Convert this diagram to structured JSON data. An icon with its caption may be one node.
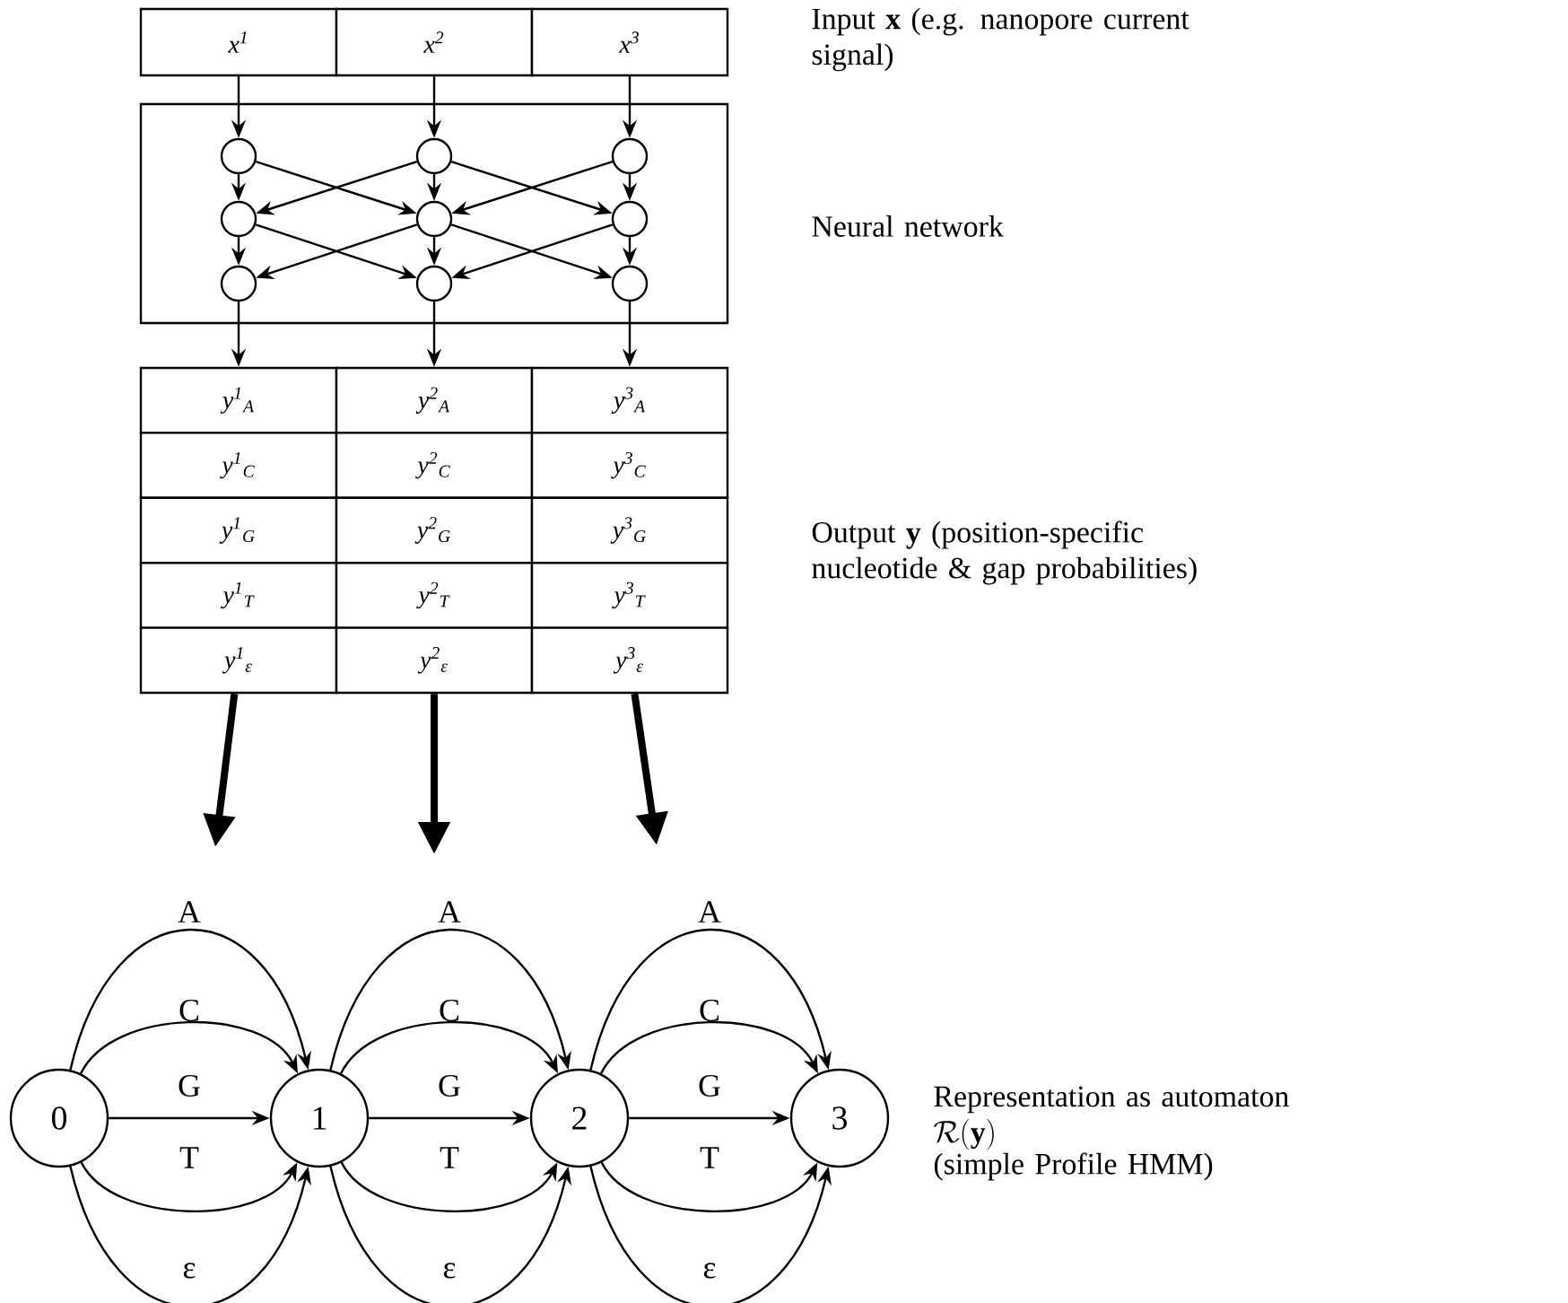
{
  "diagram": {
    "nodes": [
      {
        "text": [
          "x$^{1}$"
        ]
      },
      {
        "text": [
          "x$^{2}$"
        ]
      },
      {
        "text": [
          "x$^{3}$"
        ]
      },
      {
        "text": [],
        "shape": "box"
      },
      {
        "text": [],
        "shape": "circle",
        "in": 3
      },
      {
        "text": [],
        "shape": "circle",
        "in": 3
      },
      {
        "text": [],
        "shape": "circle",
        "in": 3
      },
      {
        "text": [],
        "shape": "circle",
        "in": 3
      },
      {
        "text": [],
        "shape": "circle",
        "in": 3
      },
      {
        "text": [],
        "shape": "circle",
        "in": 3
      },
      {
        "text": [],
        "shape": "circle",
        "in": 3
      },
      {
        "text": [],
        "shape": "circle",
        "in": 3
      },
      {
        "text": [],
        "shape": "circle",
        "in": 3
      },
      {
        "text": [
          "y$^{1}$$_{A}$"
        ]
      },
      {
        "text": [
          "y$^{2}$$_{A}$"
        ]
      },
      {
        "text": [
          "y$^{3}$$_{A}$"
        ]
      },
      {
        "text": [
          "y$^{1}$$_{C}$"
        ]
      },
      {
        "text": [
          "y$^{2}$$_{C}$"
        ]
      },
      {
        "text": [
          "y$^{3}$$_{C}$"
        ]
      },
      {
        "text": [
          "y$^{1}$$_{G}$"
        ]
      },
      {
        "text": [
          "y$^{2}$$_{G}$"
        ]
      },
      {
        "text": [
          "y$^{3}$$_{G}$"
        ]
      },
      {
        "text": [
          "y$^{1}$$_{T}$"
        ]
      },
      {
        "text": [
          "y$^{2}$$_{T}$"
        ]
      },
      {
        "text": [
          "y$^{3}$$_{T}$"
        ]
      },
      {
        "text": [
          "y$^{1}$$_{ε}$"
        ]
      },
      {
        "text": [
          "y$^{2}$$_{ε}$"
        ]
      },
      {
        "text": [
          "y$^{3}$$_{ε}$"
        ]
      },
      {
        "text": [
          "0"
        ]
      },
      {
        "text": [
          "1"
        ]
      },
      {
        "text": [
          "2"
        ]
      },
      {
        "text": [
          "3"
        ]
      }
    ],
    "edges": [
      {
        "from": 0,
        "to": 4,
        "arrow": "to"
      },
      {
        "from": 1,
        "to": 5,
        "arrow": "to"
      },
      {
        "from": 2,
        "to": 6,
        "arrow": "to"
      },
      {
        "from": 4,
        "to": 7,
        "arrow": "to"
      },
      {
        "from": 4,
        "to": 8,
        "arrow": "to"
      },
      {
        "from": 5,
        "to": 7,
        "arrow": "to"
      },
      {
        "from": 5,
        "to": 8,
        "arrow": "to"
      },
      {
        "from": 5,
        "to": 9,
        "arrow": "to"
      },
      {
        "from": 6,
        "to": 8,
        "arrow": "to"
      },
      {
        "from": 6,
        "to": 9,
        "arrow": "to"
      },
      {
        "from": 7,
        "to": 10,
        "arrow": "to"
      },
      {
        "from": 7,
        "to": 11,
        "arrow": "to"
      },
      {
        "from": 8,
        "to": 10,
        "arrow": "to"
      },
      {
        "from": 8,
        "to": 11,
        "arrow": "to"
      },
      {
        "from": 8,
        "to": 12,
        "arrow": "to"
      },
      {
        "from": 9,
        "to": 11,
        "arrow": "to"
      },
      {
        "from": 9,
        "to": 12,
        "arrow": "to"
      },
      {
        "from": 10,
        "to": 13,
        "arrow": "to"
      },
      {
        "from": 11,
        "to": 14,
        "arrow": "to"
      },
      {
        "from": 12,
        "to": 15,
        "arrow": "to"
      },
      {
        "from": 25,
        "to": null,
        "arrow": "to",
        "style": "thick"
      },
      {
        "from": 26,
        "to": null,
        "arrow": "to",
        "style": "thick"
      },
      {
        "from": 27,
        "to": null,
        "arrow": "to",
        "style": "thick"
      },
      {
        "from": 28,
        "to": 29,
        "arrow": "to",
        "label": "A"
      },
      {
        "from": 28,
        "to": 29,
        "arrow": "to",
        "label": "C"
      },
      {
        "from": 28,
        "to": 29,
        "arrow": "to",
        "label": "G"
      },
      {
        "from": 28,
        "to": 29,
        "arrow": "to",
        "label": "T"
      },
      {
        "from": 28,
        "to": 29,
        "arrow": "to",
        "label": "ε"
      },
      {
        "from": 29,
        "to": 30,
        "arrow": "to",
        "label": "A"
      },
      {
        "from": 29,
        "to": 30,
        "arrow": "to",
        "label": "C"
      },
      {
        "from": 29,
        "to": 30,
        "arrow": "to",
        "label": "G"
      },
      {
        "from": 29,
        "to": 30,
        "arrow": "to",
        "label": "T"
      },
      {
        "from": 29,
        "to": 30,
        "arrow": "to",
        "label": "ε"
      },
      {
        "from": 30,
        "to": 31,
        "arrow": "to",
        "label": "A"
      },
      {
        "from": 30,
        "to": 31,
        "arrow": "to",
        "label": "C"
      },
      {
        "from": 30,
        "to": 31,
        "arrow": "to",
        "label": "G"
      },
      {
        "from": 30,
        "to": 31,
        "arrow": "to",
        "label": "T"
      },
      {
        "from": 30,
        "to": 31,
        "arrow": "to",
        "label": "ε"
      }
    ],
    "labels": [
      "Input **x** (e.g. nanopore current signal)",
      "Neural network",
      "Output **y** (position-specific nucleotide & gap probabilities)",
      "Representation as automaton",
      "\\mathcal{R}(\\mathbf{y})",
      "(simple Profile HMM)"
    ]
  }
}
